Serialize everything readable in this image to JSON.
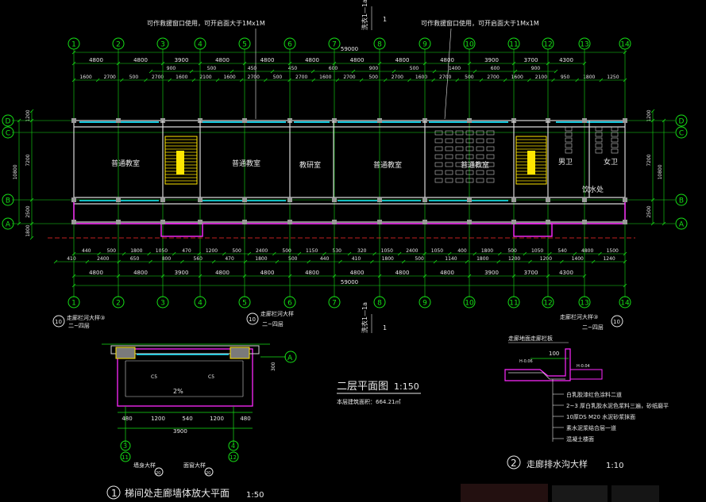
{
  "axes_top": [
    "1",
    "2",
    "3",
    "4",
    "5",
    "6",
    "7",
    "8",
    "9",
    "10",
    "11",
    "12",
    "13",
    "14"
  ],
  "axes_side": [
    "D",
    "C",
    "B",
    "A"
  ],
  "dims_main": [
    "4800",
    "4800",
    "3900",
    "4800",
    "4800",
    "4800",
    "4800",
    "4800",
    "4800",
    "3900",
    "3700",
    "4300"
  ],
  "dims_total": "59000",
  "dims_sub_top": [
    "1600",
    "2700",
    "500",
    "2700",
    "1600",
    "2100",
    "1600",
    "2700",
    "500",
    "2700",
    "1600",
    "2700",
    "500",
    "2700",
    "1600",
    "2700",
    "500",
    "2700",
    "1600",
    "2100",
    "950",
    "1800",
    "1250"
  ],
  "dims_sub_top2": [
    "900",
    "500",
    "450",
    "450",
    "600",
    "900",
    "500",
    "1400",
    "600",
    "900"
  ],
  "dims_bottom_sub": [
    "440",
    "500",
    "1800",
    "1050",
    "470",
    "1200",
    "500",
    "2400",
    "500",
    "1150",
    "530",
    "320",
    "1050",
    "2400",
    "1050",
    "400",
    "1800",
    "500",
    "1050",
    "540",
    "4800",
    "1500"
  ],
  "dims_bottom_sub2": [
    "410",
    "2400",
    "650",
    "800",
    "560",
    "470",
    "1800",
    "500",
    "440",
    "410",
    "1800",
    "500",
    "1140",
    "1800",
    "1200",
    "1200",
    "1400",
    "1240"
  ],
  "dims_side_left": [
    "1200",
    "10800",
    "7200",
    "2500",
    "1800"
  ],
  "dims_side_right": [
    "1200",
    "10800",
    "7200",
    "2500"
  ],
  "rooms": [
    {
      "name": "普通教室"
    },
    {
      "name": "普通教室"
    },
    {
      "name": "教研室"
    },
    {
      "name": "普通教室"
    },
    {
      "name": "普通教室"
    },
    {
      "name": "饮水处"
    },
    {
      "name": "男卫"
    },
    {
      "name": "女卫"
    }
  ],
  "notes_top": [
    "可作救援窗口使用，可开启面大于1Mx1M",
    "可作救援窗口使用，可开启面大于1Mx1M"
  ],
  "section_top": "洗衣1—1a",
  "section_mark": "1",
  "title_main": "二层平面图",
  "scale_main": "1:150",
  "area_note": "本层建筑面积：664.21㎡",
  "callouts": [
    {
      "num": "10",
      "text": "走廊栏河大样③",
      "sub": "二~四层"
    },
    {
      "num": "10",
      "text": "走廊栏河大样",
      "sub": "二~四层"
    },
    {
      "num": "10",
      "text": "走廊栏河大样③",
      "sub": "二~四层"
    }
  ],
  "detail1": {
    "num": "1",
    "title": "梯间处走廊墙体放大平面",
    "scale": "1:50",
    "dims": [
      "480",
      "1200",
      "540",
      "1200",
      "480"
    ],
    "total": "3900",
    "slope": "2%",
    "axis_labels": [
      "3",
      "4",
      "11",
      "12"
    ],
    "marker": "A",
    "side_dim": "300",
    "ref1": "墙身大样",
    "ref2": "面窗大样",
    "ref_num": "20",
    "window_codes": [
      "C5",
      "C5"
    ]
  },
  "detail2": {
    "num": "2",
    "title": "走廊排水沟大样",
    "scale": "1:10",
    "top_label": "走廊地面走廊栏板",
    "dim": "100",
    "level1": "H-0.06",
    "level2": "H-0.04",
    "layers": [
      "白乳胶漆红色涂料二道",
      "2~3 厚白乳胶水泥色浆料三遍，砂纸磨平",
      "10厚DS M20 水泥砂浆抹面",
      "素水泥浆结合层一道",
      "混凝土楼面"
    ]
  },
  "colors": {
    "wall": "#d8d8d8",
    "axis": "#19e619",
    "dim": "#16e016",
    "text": "#e8e8e8",
    "magenta": "#ff28ff",
    "cyan": "#19e6ff",
    "yellow": "#ffe600",
    "red": "#ff2a2a"
  }
}
